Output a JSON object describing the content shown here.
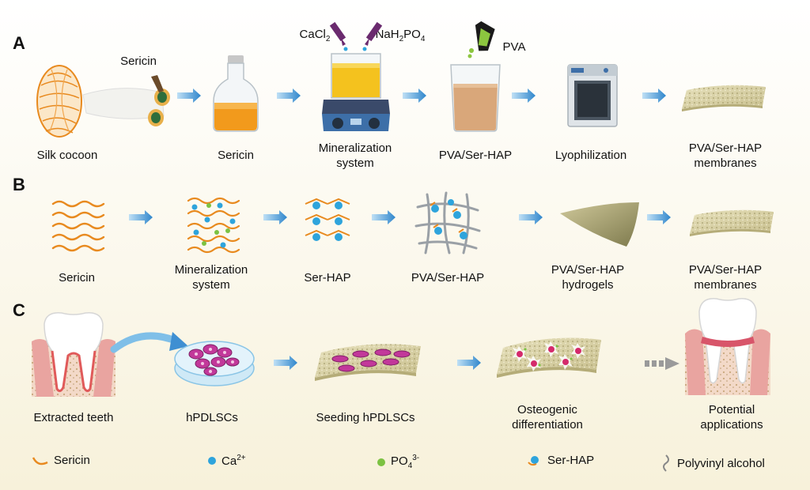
{
  "panels": {
    "a": "A",
    "b": "B",
    "c": "C"
  },
  "row_a": {
    "silk_cocoon": "Silk cocoon",
    "sericin_tag": "Sericin",
    "sericin": "Sericin",
    "mineralization_l1": "Mineralization",
    "mineralization_l2": "system",
    "cacl2_main": "CaCl",
    "cacl2_sub": "2",
    "nah2po4_a": "NaH",
    "nah2po4_sub1": "2",
    "nah2po4_b": "PO",
    "nah2po4_sub2": "4",
    "pva_tag": "PVA",
    "pva_ser_hap": "PVA/Ser-HAP",
    "lyophilization": "Lyophilization",
    "membranes_l1": "PVA/Ser-HAP",
    "membranes_l2": "membranes"
  },
  "row_b": {
    "sericin": "Sericin",
    "mineralization_l1": "Mineralization",
    "mineralization_l2": "system",
    "ser_hap": "Ser-HAP",
    "pva_ser_hap": "PVA/Ser-HAP",
    "hydrogels_l1": "PVA/Ser-HAP",
    "hydrogels_l2": "hydrogels",
    "membranes_l1": "PVA/Ser-HAP",
    "membranes_l2": "membranes"
  },
  "row_c": {
    "extracted_teeth": "Extracted teeth",
    "hpdlscs": "hPDLSCs",
    "seeding": "Seeding hPDLSCs",
    "osteo_l1": "Osteogenic",
    "osteo_l2": "differentiation",
    "potential_l1": "Potential",
    "potential_l2": "applications"
  },
  "legend": {
    "sericin": "Sericin",
    "ca_main": "Ca",
    "ca_sup": "2+",
    "po4_main": "PO",
    "po4_sub": "4",
    "po4_sup": "3-",
    "ser_hap": "Ser-HAP",
    "pva": "Polyvinyl alcohol"
  },
  "colors": {
    "arrow": "#3f8fd2",
    "sericin": "#e88a1f",
    "calcium": "#2ea4dc",
    "phosphate": "#7cc242",
    "membrane": "#d8d2a8",
    "gum": "#e9a4a0"
  }
}
